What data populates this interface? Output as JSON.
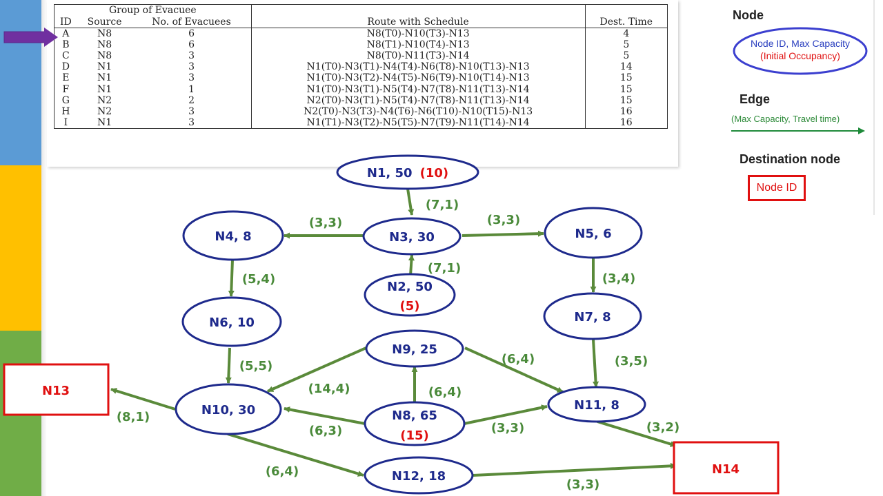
{
  "table": {
    "group_header": "Group of Evacuee",
    "headers": [
      "ID",
      "Source",
      "No. of Evacuees",
      "Route with Schedule",
      "Dest. Time"
    ],
    "rows": [
      [
        "A",
        "N8",
        "6",
        "N8(T0)-N10(T3)-N13",
        "4"
      ],
      [
        "B",
        "N8",
        "6",
        "N8(T1)-N10(T4)-N13",
        "5"
      ],
      [
        "C",
        "N8",
        "3",
        "N8(T0)-N11(T3)-N14",
        "5"
      ],
      [
        "D",
        "N1",
        "3",
        "N1(T0)-N3(T1)-N4(T4)-N6(T8)-N10(T13)-N13",
        "14"
      ],
      [
        "E",
        "N1",
        "3",
        "N1(T0)-N3(T2)-N4(T5)-N6(T9)-N10(T14)-N13",
        "15"
      ],
      [
        "F",
        "N1",
        "1",
        "N1(T0)-N3(T1)-N5(T4)-N7(T8)-N11(T13)-N14",
        "15"
      ],
      [
        "G",
        "N2",
        "2",
        "N2(T0)-N3(T1)-N5(T4)-N7(T8)-N11(T13)-N14",
        "15"
      ],
      [
        "H",
        "N2",
        "3",
        "N2(T0)-N3(T3)-N4(T6)-N6(T10)-N10(T15)-N13",
        "16"
      ],
      [
        "I",
        "N1",
        "3",
        "N1(T1)-N3(T2)-N5(T5)-N7(T9)-N11(T14)-N14",
        "16"
      ]
    ]
  },
  "legend": {
    "node_title": "Node",
    "node_line1": "Node ID,  Max Capacity",
    "node_line2": "(Initial Occupancy)",
    "edge_title": "Edge",
    "edge_label": "(Max Capacity, Travel time)",
    "dest_title": "Destination node",
    "dest_label": "Node ID"
  },
  "graph": {
    "nodes": {
      "N1": {
        "label": "N1, 50",
        "occupancy": "(10)"
      },
      "N2": {
        "label": "N2, 50",
        "occupancy": "(5)"
      },
      "N3": {
        "label": "N3, 30"
      },
      "N4": {
        "label": "N4, 8"
      },
      "N5": {
        "label": "N5, 6"
      },
      "N6": {
        "label": "N6, 10"
      },
      "N7": {
        "label": "N7, 8"
      },
      "N8": {
        "label": "N8, 65",
        "occupancy": "(15)"
      },
      "N9": {
        "label": "N9, 25"
      },
      "N10": {
        "label": "N10, 30"
      },
      "N11": {
        "label": "N11, 8"
      },
      "N12": {
        "label": "N12, 18"
      },
      "N13": {
        "label": "N13"
      },
      "N14": {
        "label": "N14"
      }
    },
    "edges": {
      "N1-N3": "(7,1)",
      "N3-N4": "(3,3)",
      "N3-N5": "(3,3)",
      "N2-N3": "(7,1)",
      "N4-N6": "(5,4)",
      "N5-N7": "(3,4)",
      "N6-N10": "(5,5)",
      "N7-N11": "(3,5)",
      "N9-N10": "(14,4)",
      "N9-N11": "(6,4)",
      "N8-N9": "(6,4)",
      "N8-N10": "(6,3)",
      "N8-N11": "(3,3)",
      "N10-N13": "(8,1)",
      "N10-N12": "(6,4)",
      "N11-N14": "(3,2)",
      "N12-N14": "(3,3)"
    }
  },
  "colors": {
    "node_outline": "#1e2a8c",
    "node_text": "#1e2a8c",
    "occupancy": "#e01010",
    "edge": "#5a8a3a",
    "destination": "#e01010",
    "pointer_arrow": "#7030a0"
  },
  "icons": {
    "pointer": "row-pointer-arrow-icon"
  }
}
